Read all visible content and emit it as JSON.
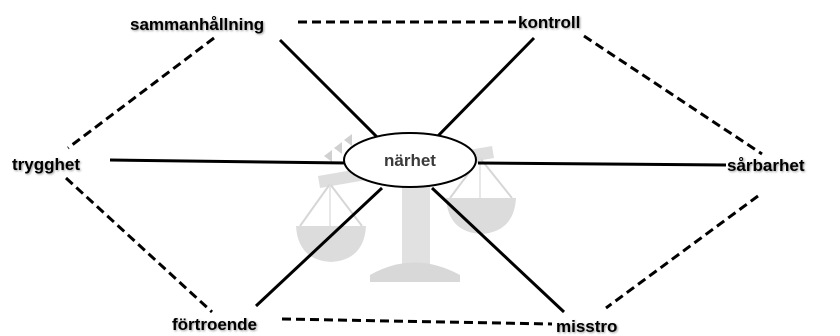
{
  "diagram": {
    "center": "närhet",
    "nodes": {
      "top_left": "sammanhållning",
      "top_right": "kontroll",
      "left": "trygghet",
      "right": "sårbarhet",
      "bottom_left": "förtroende",
      "bottom_right": "misstro"
    },
    "watermark_icon": "balance-scale-icon"
  }
}
